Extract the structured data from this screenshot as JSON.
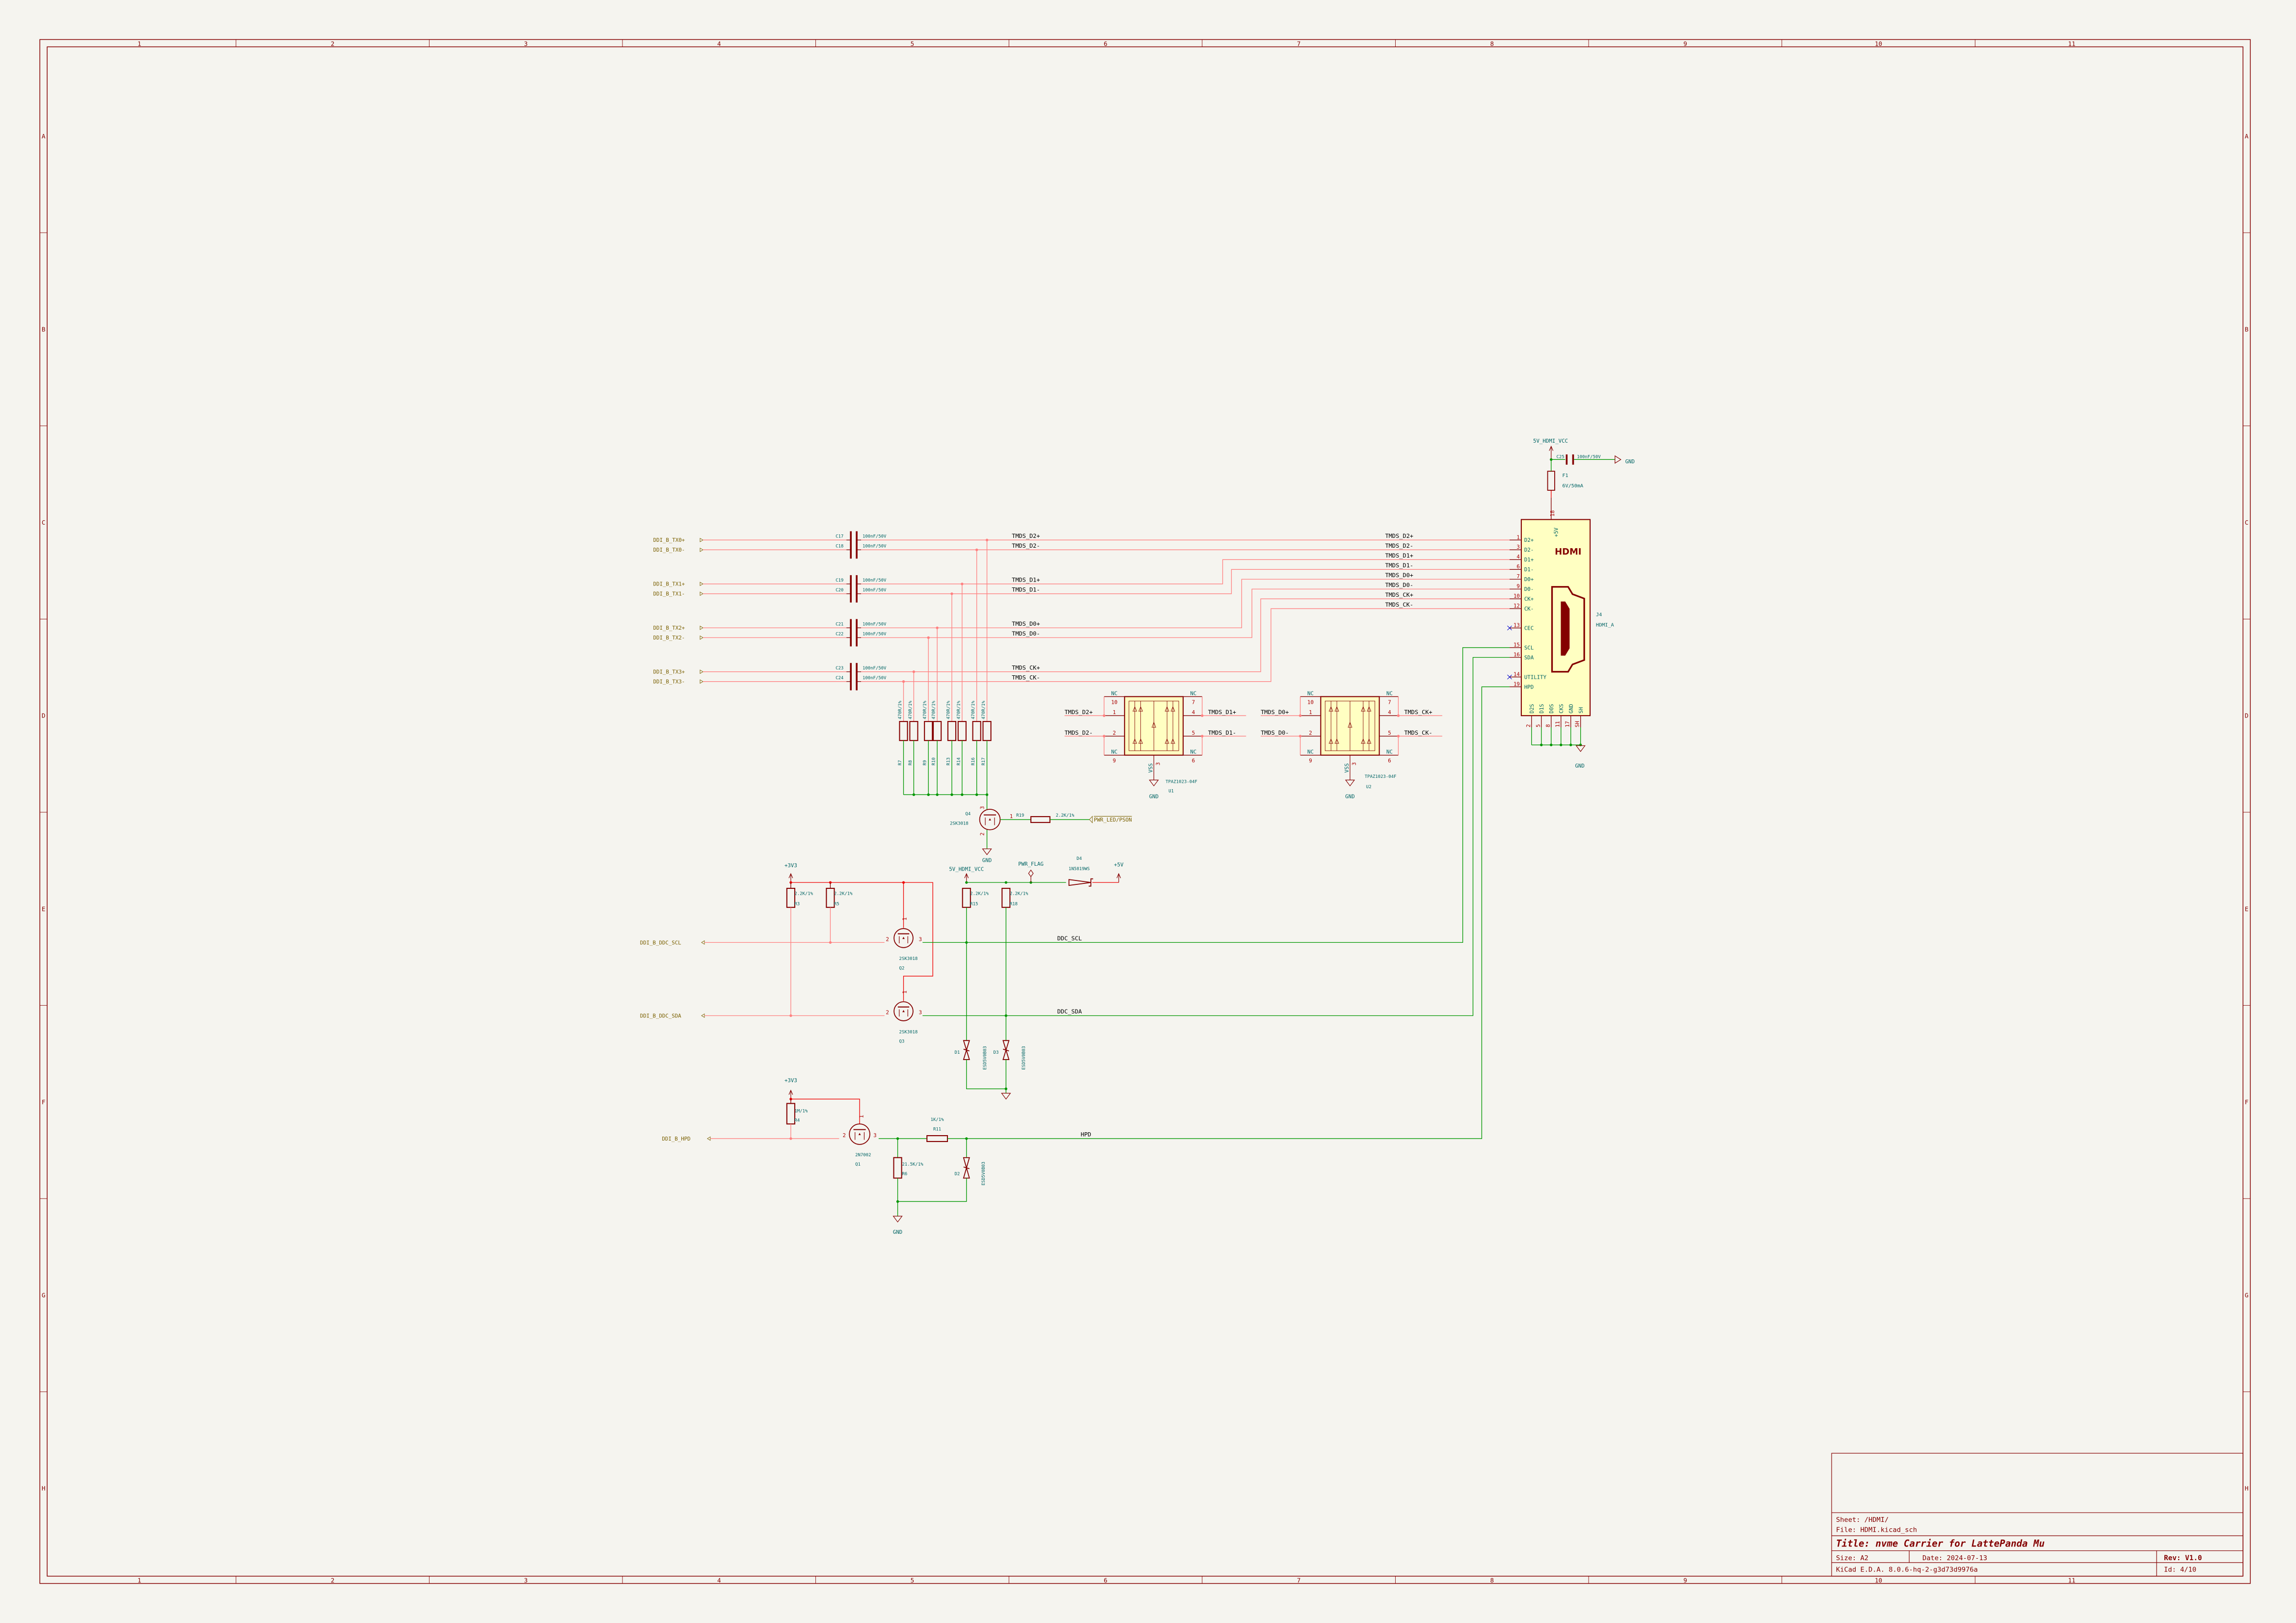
{
  "title_block": {
    "sheet": "Sheet: /HDMI/",
    "file": "File: HDMI.kicad_sch",
    "title": "Title: nvme Carrier for LattePanda Mu",
    "size": "Size: A2",
    "date": "Date: 2024-07-13",
    "rev": "Rev: V1.0",
    "tool": "KiCad E.D.A. 8.0.6-hq-2-g3d73d9976a",
    "id": "Id: 4/10"
  },
  "frame": {
    "columns": [
      "1",
      "2",
      "3",
      "4",
      "5",
      "6",
      "7",
      "8",
      "9",
      "10",
      "11"
    ],
    "rows": [
      "A",
      "B",
      "C",
      "D",
      "E",
      "F",
      "G",
      "H"
    ]
  },
  "global_labels": {
    "tx0p": "DDI_B_TX0+",
    "tx0n": "DDI_B_TX0-",
    "tx1p": "DDI_B_TX1+",
    "tx1n": "DDI_B_TX1-",
    "tx2p": "DDI_B_TX2+",
    "tx2n": "DDI_B_TX2-",
    "tx3p": "DDI_B_TX3+",
    "tx3n": "DDI_B_TX3-",
    "ddc_scl": "DDI_B_DDC_SCL",
    "ddc_sda": "DDI_B_DDC_SDA",
    "hpd": "DDI_B_HPD",
    "pwr_led": "PWR_LED/PSON"
  },
  "nets": {
    "d2p": "TMDS_D2+",
    "d2n": "TMDS_D2-",
    "d1p": "TMDS_D1+",
    "d1n": "TMDS_D1-",
    "d0p": "TMDS_D0+",
    "d0n": "TMDS_D0-",
    "ckp": "TMDS_CK+",
    "ckn": "TMDS_CK-",
    "ddc_scl": "DDC_SCL",
    "ddc_sda": "DDC_SDA",
    "hpd": "HPD"
  },
  "power": {
    "hdmi_vcc": "5V_HDMI_VCC",
    "gnd": "GND",
    "v33": "+3V3",
    "v5": "+5V",
    "pwr_flag": "PWR_FLAG"
  },
  "components": {
    "C17": {
      "ref": "C17",
      "value": "100nF/50V"
    },
    "C18": {
      "ref": "C18",
      "value": "100nF/50V"
    },
    "C19": {
      "ref": "C19",
      "value": "100nF/50V"
    },
    "C20": {
      "ref": "C20",
      "value": "100nF/50V"
    },
    "C21": {
      "ref": "C21",
      "value": "100nF/50V"
    },
    "C22": {
      "ref": "C22",
      "value": "100nF/50V"
    },
    "C23": {
      "ref": "C23",
      "value": "100nF/50V"
    },
    "C24": {
      "ref": "C24",
      "value": "100nF/50V"
    },
    "C25": {
      "ref": "C25",
      "value": "100nF/50V"
    },
    "F1": {
      "ref": "F1",
      "value": "6V/50mA"
    },
    "R7": {
      "ref": "R7",
      "value": "470R/1%"
    },
    "R8": {
      "ref": "R8",
      "value": "470R/1%"
    },
    "R9": {
      "ref": "R9",
      "value": "470R/1%"
    },
    "R10": {
      "ref": "R10",
      "value": "470R/1%"
    },
    "R13": {
      "ref": "R13",
      "value": "470R/1%"
    },
    "R14": {
      "ref": "R14",
      "value": "470R/1%"
    },
    "R16": {
      "ref": "R16",
      "value": "470R/1%"
    },
    "R17": {
      "ref": "R17",
      "value": "470R/1%"
    },
    "R19": {
      "ref": "R19",
      "value": "2.2K/1%"
    },
    "Q4": {
      "ref": "Q4",
      "value": "2SK3018"
    },
    "R3": {
      "ref": "R3",
      "value": "2.2K/1%"
    },
    "R5": {
      "ref": "R5",
      "value": "2.2K/1%"
    },
    "R15": {
      "ref": "R15",
      "value": "2.2K/1%"
    },
    "R18": {
      "ref": "R18",
      "value": "2.2K/1%"
    },
    "Q2": {
      "ref": "Q2",
      "value": "2SK3018"
    },
    "Q3": {
      "ref": "Q3",
      "value": "2SK3018"
    },
    "D1": {
      "ref": "D1",
      "value": "ESD5V0B03"
    },
    "D3": {
      "ref": "D3",
      "value": "ESD5V0B03"
    },
    "D2": {
      "ref": "D2",
      "value": "ESD5V0B03"
    },
    "D4": {
      "ref": "D4",
      "value": "1N5819WS"
    },
    "R4": {
      "ref": "R4",
      "value": "1M/1%"
    },
    "Q1": {
      "ref": "Q1",
      "value": "2N7002"
    },
    "R6": {
      "ref": "R6",
      "value": "21.5K/1%"
    },
    "R11": {
      "ref": "R11",
      "value": "1K/1%"
    },
    "U1": {
      "ref": "U1",
      "value": "TPAZ1023-04F"
    },
    "U2": {
      "ref": "U2",
      "value": "TPAZ1023-04F"
    }
  },
  "tvs_pins": {
    "nc": "NC",
    "p10": "10",
    "p1": "1",
    "p2": "2",
    "p9": "9",
    "p7": "7",
    "p4": "4",
    "p5": "5",
    "p6": "6",
    "p3": "3",
    "vss": "VSS"
  },
  "fet_pins": {
    "g": "1",
    "s": "2",
    "d": "3"
  },
  "connector": {
    "ref": "J4",
    "value": "HDMI_A",
    "logo": "HDMI",
    "top_pin": {
      "num": "18",
      "name": "+5V"
    },
    "pins": [
      {
        "num": "1",
        "name": "D2+"
      },
      {
        "num": "3",
        "name": "D2-"
      },
      {
        "num": "4",
        "name": "D1+"
      },
      {
        "num": "6",
        "name": "D1-"
      },
      {
        "num": "7",
        "name": "D0+"
      },
      {
        "num": "9",
        "name": "D0-"
      },
      {
        "num": "10",
        "name": "CK+"
      },
      {
        "num": "12",
        "name": "CK-"
      },
      {
        "num": "13",
        "name": "CEC"
      },
      {
        "num": "15",
        "name": "SCL"
      },
      {
        "num": "16",
        "name": "SDA"
      },
      {
        "num": "14",
        "name": "UTILITY"
      },
      {
        "num": "19",
        "name": "HPD"
      }
    ],
    "bottom_pins": [
      {
        "num": "2",
        "name": "D2S"
      },
      {
        "num": "5",
        "name": "D1S"
      },
      {
        "num": "8",
        "name": "D0S"
      },
      {
        "num": "11",
        "name": "CKS"
      },
      {
        "num": "17",
        "name": "GND"
      },
      {
        "num": "SH",
        "name": "SH"
      }
    ]
  },
  "colors": {
    "background": "#f5f4ef",
    "frame": "#840000",
    "body_fill": "#ffffc2",
    "wire_pink": "#ff8080",
    "wire_green": "#009600",
    "wire_red": "#ee0000",
    "ref_text": "#006464",
    "global_label": "#7a6000"
  }
}
